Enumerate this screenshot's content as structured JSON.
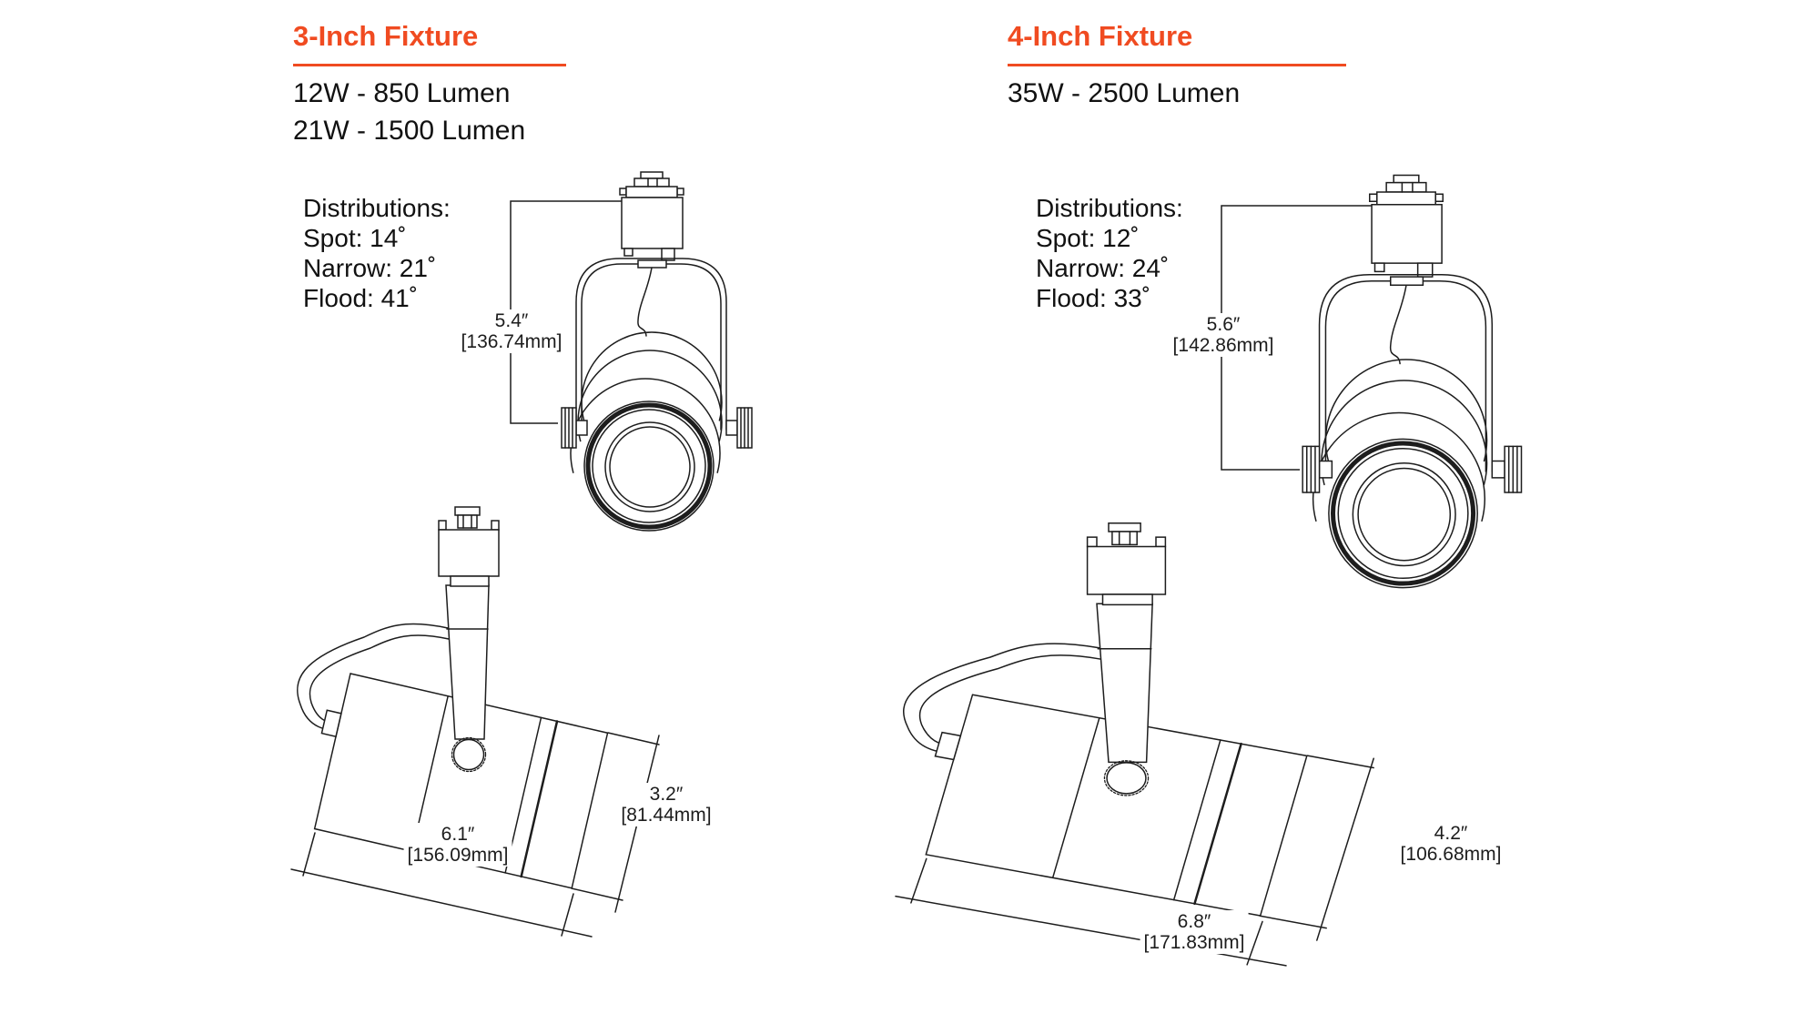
{
  "page": {
    "background": "#ffffff",
    "accent_color": "#f04b21",
    "line_color": "#1d1d1d"
  },
  "fixtures": [
    {
      "title": "3-Inch Fixture",
      "specs": [
        "12W - 850 Lumen",
        "21W - 1500 Lumen"
      ],
      "distributions": {
        "label": "Distributions:",
        "items": [
          "Spot: 14˚",
          "Narrow: 21˚",
          "Flood: 41˚"
        ]
      },
      "dimensions": {
        "height": {
          "inches": "5.4″",
          "mm": "[136.74mm]"
        },
        "length": {
          "inches": "6.1″",
          "mm": "[156.09mm]"
        },
        "diameter": {
          "inches": "3.2″",
          "mm": "[81.44mm]"
        }
      }
    },
    {
      "title": "4-Inch Fixture",
      "specs": [
        "35W - 2500 Lumen"
      ],
      "distributions": {
        "label": "Distributions:",
        "items": [
          "Spot: 12˚",
          "Narrow: 24˚",
          "Flood: 33˚"
        ]
      },
      "dimensions": {
        "height": {
          "inches": "5.6″",
          "mm": "[142.86mm]"
        },
        "length": {
          "inches": "6.8″",
          "mm": "[171.83mm]"
        },
        "diameter": {
          "inches": "4.2″",
          "mm": "[106.68mm]"
        }
      }
    }
  ]
}
